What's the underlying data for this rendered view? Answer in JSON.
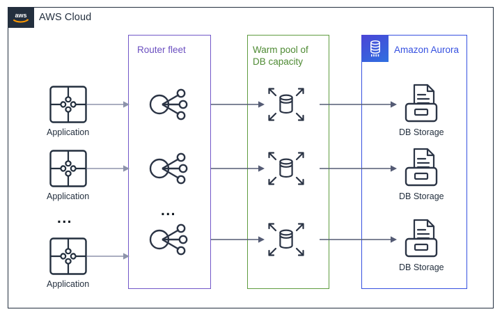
{
  "cloud": {
    "title": "AWS Cloud",
    "logo_icon": "aws-logo-icon",
    "border_color": "#232f3e"
  },
  "groups": [
    {
      "key": "router",
      "label": "Router fleet",
      "color": "#6b4fc0",
      "border_color": "#7157c8"
    },
    {
      "key": "warmpool",
      "label": "Warm pool of\nDB capacity",
      "color": "#4e8a33",
      "border_color": "#5f9c3f"
    },
    {
      "key": "aurora",
      "label": "Amazon Aurora",
      "color": "#3550e0",
      "border_color": "#3550e0",
      "icon": "aurora-database-icon"
    }
  ],
  "applications": [
    {
      "label": "Application",
      "icon": "puzzle-application-icon"
    },
    {
      "label": "Application",
      "icon": "puzzle-application-icon"
    },
    {
      "label": "Application",
      "icon": "puzzle-application-icon"
    }
  ],
  "application_ellipsis": "...",
  "routers": [
    {
      "icon": "router-node-icon"
    },
    {
      "icon": "router-node-icon"
    },
    {
      "icon": "router-node-icon"
    }
  ],
  "router_ellipsis": "...",
  "warm_pool_nodes": [
    {
      "icon": "scalable-database-icon"
    },
    {
      "icon": "scalable-database-icon"
    },
    {
      "icon": "scalable-database-icon"
    }
  ],
  "db_storage": [
    {
      "label": "DB Storage",
      "icon": "db-storage-icon"
    },
    {
      "label": "DB Storage",
      "icon": "db-storage-icon"
    },
    {
      "label": "DB Storage",
      "icon": "db-storage-icon"
    }
  ],
  "arrows": {
    "color": "#8d93ab",
    "dark_color": "#545b74",
    "app_to_router": 3,
    "router_to_pool": 3,
    "pool_to_storage": 3
  }
}
